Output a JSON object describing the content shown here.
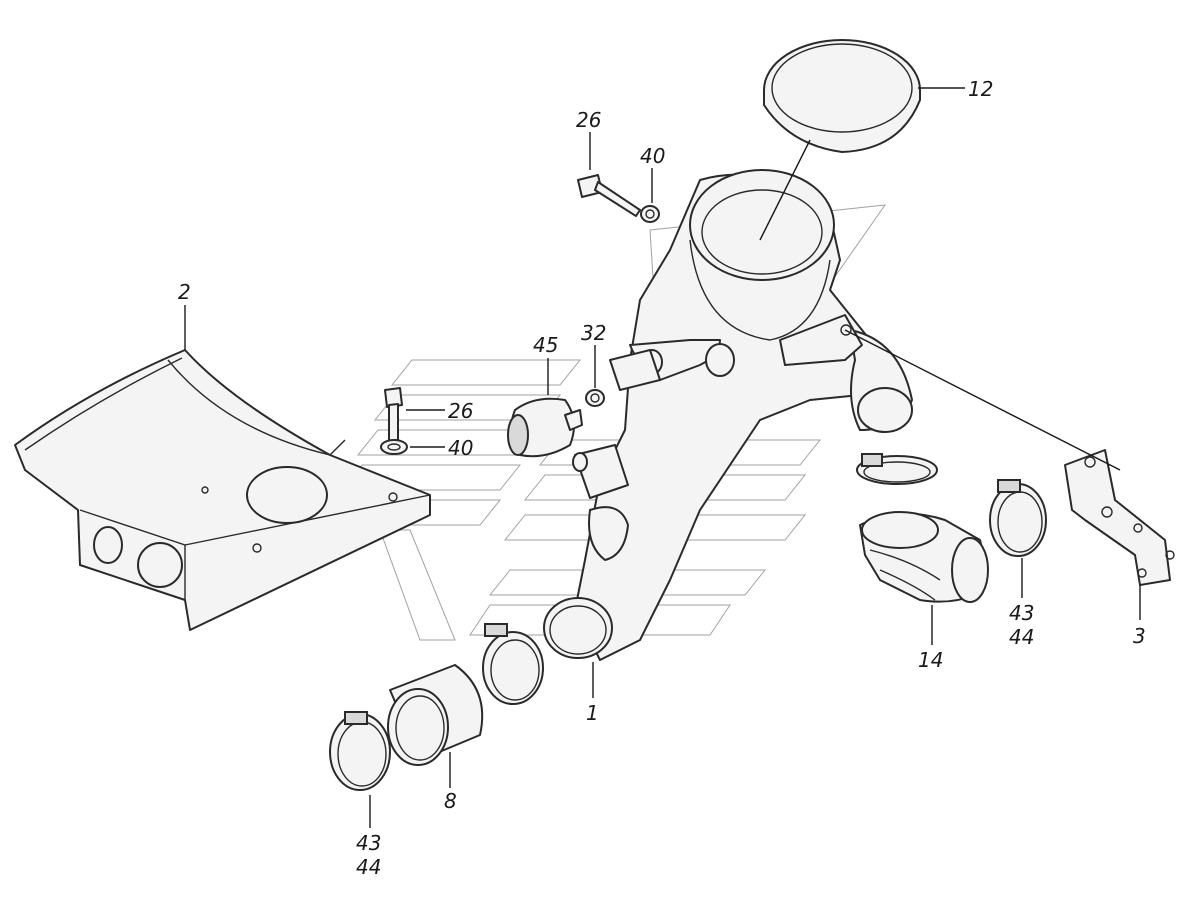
{
  "colors": {
    "line": "#2a2a2a",
    "fill": "#f4f4f4",
    "background": "#ffffff"
  },
  "parts": [
    {
      "id": "p1",
      "label": "1"
    },
    {
      "id": "p2",
      "label": "2"
    },
    {
      "id": "p3",
      "label": "3"
    },
    {
      "id": "p8",
      "label": "8"
    },
    {
      "id": "p12",
      "label": "12"
    },
    {
      "id": "p14",
      "label": "14"
    },
    {
      "id": "p26a",
      "label": "26"
    },
    {
      "id": "p26b",
      "label": "26"
    },
    {
      "id": "p32",
      "label": "32"
    },
    {
      "id": "p40a",
      "label": "40"
    },
    {
      "id": "p40b",
      "label": "40"
    },
    {
      "id": "p43a",
      "label": "43"
    },
    {
      "id": "p44a",
      "label": "44"
    },
    {
      "id": "p43b",
      "label": "43"
    },
    {
      "id": "p44b",
      "label": "44"
    },
    {
      "id": "p45",
      "label": "45"
    }
  ]
}
